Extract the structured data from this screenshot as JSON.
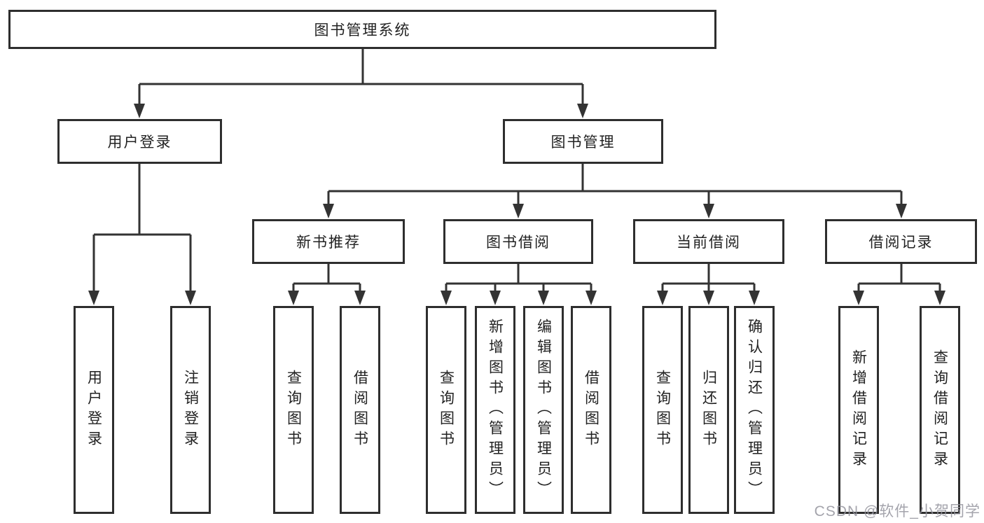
{
  "nodes": {
    "root": "图书管理系统",
    "level2": [
      "用户登录",
      "图书管理"
    ],
    "level3": [
      "新书推荐",
      "图书借阅",
      "当前借阅",
      "借阅记录"
    ],
    "leaves_user": [
      "用户登录",
      "注销登录"
    ],
    "leaves_newbook": [
      "查询图书",
      "借阅图书"
    ],
    "leaves_borrow": [
      "查询图书",
      "新增图书（管理员）",
      "编辑图书（管理员）",
      "借阅图书"
    ],
    "leaves_current": [
      "查询图书",
      "归还图书",
      "确认归还（管理员）"
    ],
    "leaves_records": [
      "新增借阅记录",
      "查询借阅记录"
    ]
  },
  "watermark": "CSDN @软件_小贺同学",
  "colors": {
    "line": "#333333",
    "border": "#2e2e2e",
    "text": "#222222",
    "watermark": "#94949e"
  }
}
